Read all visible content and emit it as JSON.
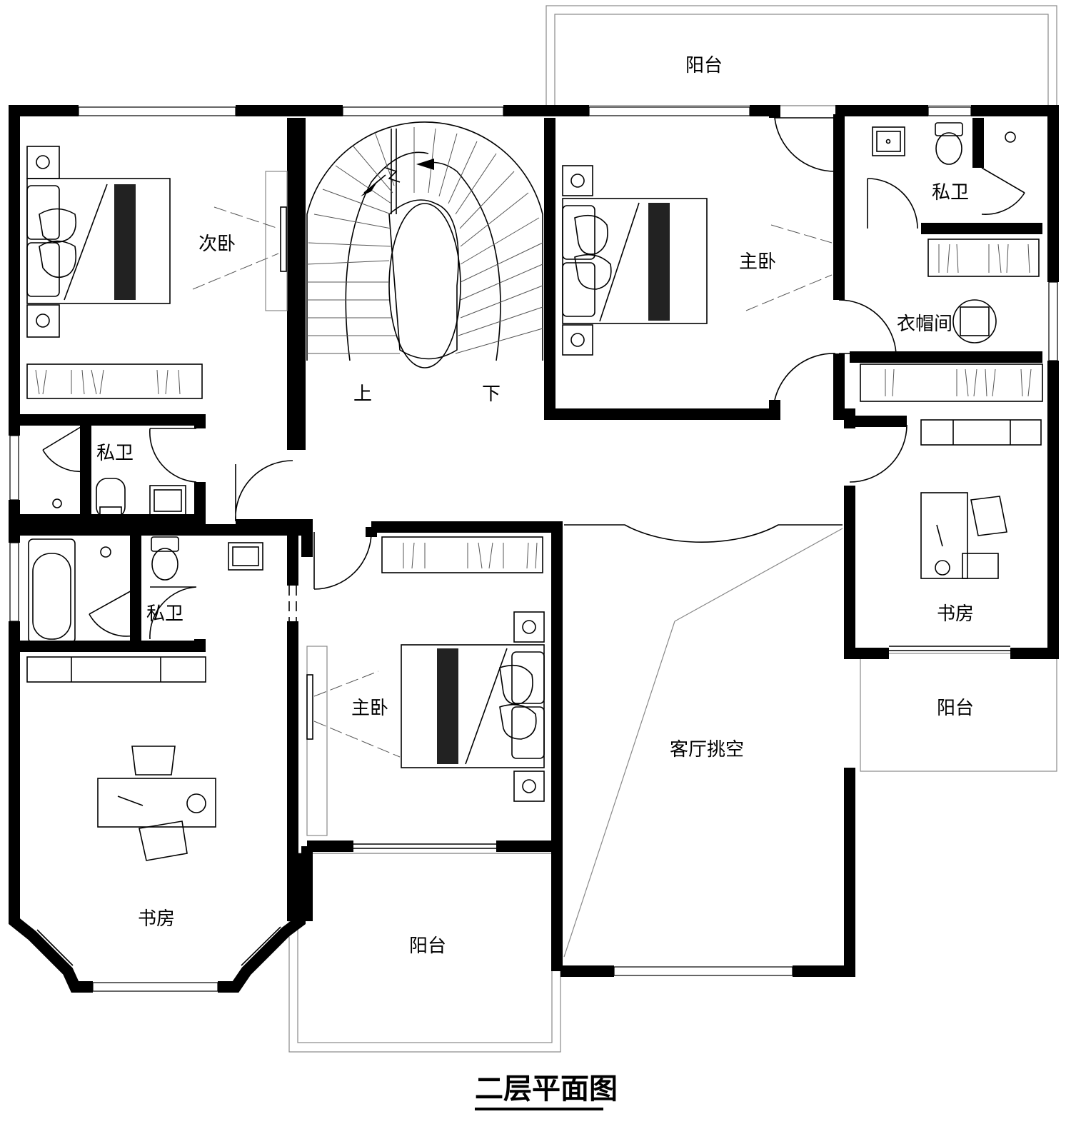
{
  "drawing": {
    "title": "二层平面图",
    "colors": {
      "wall": "#000000",
      "background": "#ffffff",
      "balcony_outline": "#888888"
    }
  },
  "rooms": {
    "balcony_top": "阳台",
    "second_bedroom": "次卧",
    "master_bedroom_top": "主卧",
    "bath_top_right": "私卫",
    "closet": "衣帽间",
    "bath_left_upper": "私卫",
    "bath_left_lower": "私卫",
    "study_right": "书房",
    "balcony_right": "阳台",
    "master_bedroom_center": "主卧",
    "living_void": "客厅挑空",
    "study_left": "书房",
    "balcony_bottom": "阳台"
  },
  "stair": {
    "up_label": "上",
    "down_label": "下"
  }
}
